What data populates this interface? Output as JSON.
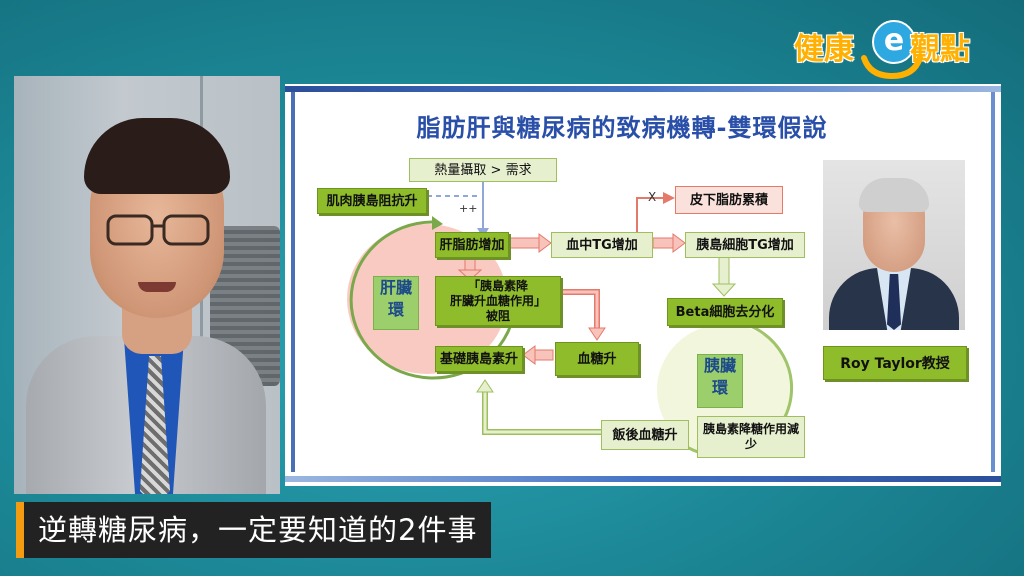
{
  "logo": {
    "left": "健康",
    "e": "e",
    "right": "觀點",
    "colors": {
      "text": "#ffb000",
      "e_circle": "#2ea8e0"
    }
  },
  "slide": {
    "title": "脂肪肝與糖尿病的致病機轉-雙環假說",
    "boxes": {
      "calorie_intake": "熱量攝取 > 需求",
      "muscle_resistance": "肌肉胰島阻抗升",
      "liver_fat": "肝脂肪增加",
      "blood_tg": "血中TG增加",
      "subcutaneous_fat": "皮下脂肪累積",
      "islet_tg": "胰島細胞TG增加",
      "insulin_block": "「胰島素降\n肝臟升血糖作用」\n被阻",
      "beta_dediff": "Beta細胞去分化",
      "basal_insulin": "基礎胰島素升",
      "blood_sugar": "血糖升",
      "postprandial": "飯後血糖升",
      "insulin_reduced": "胰島素降糖作用減少",
      "liver_ring": "肝臟\n環",
      "pancreas_ring": "胰臟\n環"
    },
    "markers": {
      "plus_plus": "++",
      "x_mark": "X"
    },
    "person_name": "Roy Taylor教授"
  },
  "subtitle": "逆轉糖尿病，一定要知道的2件事",
  "colors": {
    "background": "#1b8594",
    "green_box": "#8fbc2b",
    "title_blue": "#2a4fa8",
    "subtitle_accent": "#f39c12",
    "liver_ring": "#f7b8ae",
    "pancreas_ring": "#f0f5d8"
  }
}
